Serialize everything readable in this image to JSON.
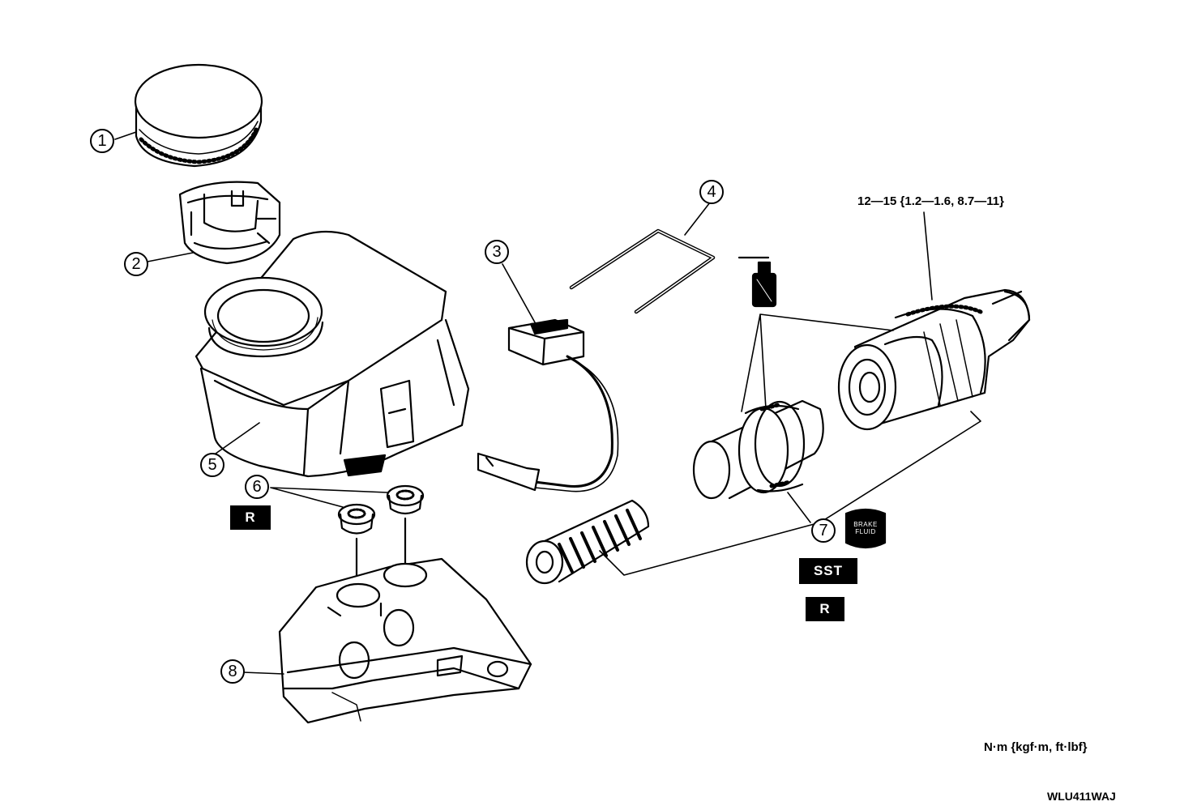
{
  "callouts": [
    {
      "id": "1",
      "glyph": "1"
    },
    {
      "id": "2",
      "glyph": "2"
    },
    {
      "id": "3",
      "glyph": "3"
    },
    {
      "id": "4",
      "glyph": "4"
    },
    {
      "id": "5",
      "glyph": "5"
    },
    {
      "id": "6",
      "glyph": "6"
    },
    {
      "id": "7",
      "glyph": "7"
    },
    {
      "id": "8",
      "glyph": "8"
    }
  ],
  "badges": {
    "replace_left": "R",
    "sst": "SST",
    "replace_right": "R"
  },
  "brake_fluid_label_line1": "BRAKE",
  "brake_fluid_label_line2": "FLUID",
  "torque_spec": "12—15 {1.2—1.6, 8.7—11}",
  "units_legend": "N·m {kgf·m, ft·lbf}",
  "figure_code": "WLU411WAJ",
  "colors": {
    "ink": "#000000",
    "paper": "#ffffff"
  }
}
